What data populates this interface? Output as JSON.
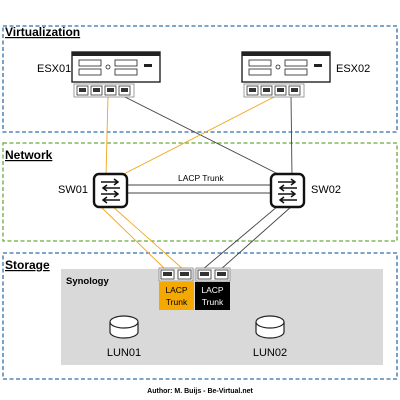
{
  "sections": {
    "virtualization": "Virtualization",
    "network": "Network",
    "storage": "Storage"
  },
  "hosts": {
    "left": "ESX01",
    "right": "ESX02"
  },
  "switches": {
    "left": "SW01",
    "right": "SW02",
    "interlink": "LACP Trunk"
  },
  "storage": {
    "device": "Synology",
    "trunk_left": [
      "LACP",
      "Trunk"
    ],
    "trunk_right": [
      "LACP",
      "Trunk"
    ],
    "lun_left": "LUN01",
    "lun_right": "LUN02"
  },
  "footer": {
    "author": "Author: M. Buijs - Be-Virtual.net"
  },
  "colors": {
    "section_border": "#2e6fa7",
    "network_border": "#6aaa3a",
    "orange_link": "#f2a51a",
    "black_link": "#444444",
    "storage_panel": "#d9d9d9",
    "trunk_left_fill": "#f5a800",
    "trunk_right_fill": "#000000"
  },
  "icons": [
    "server-icon",
    "nic-icon",
    "switch-icon",
    "disk-icon"
  ]
}
